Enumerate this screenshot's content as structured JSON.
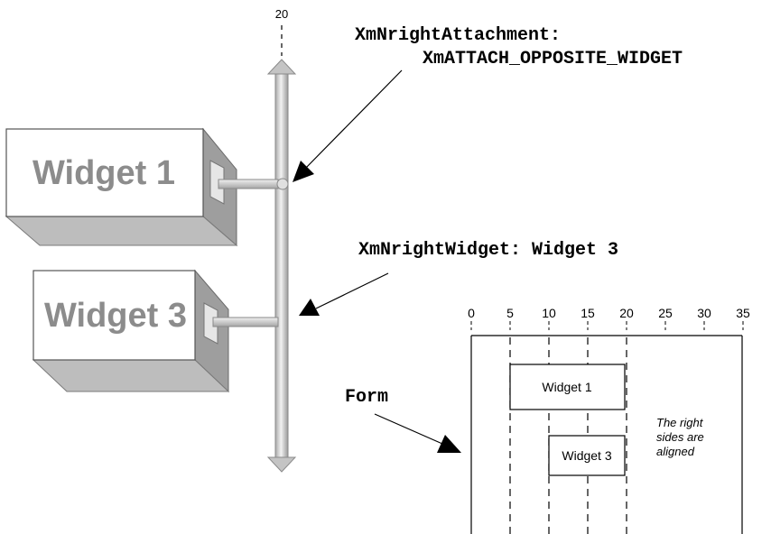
{
  "axis_label": "20",
  "callouts": {
    "right_attachment_line1": "XmNrightAttachment:",
    "right_attachment_line2": "XmATTACH_OPPOSITE_WIDGET",
    "right_widget": "XmNrightWidget: Widget 3",
    "form": "Form"
  },
  "left_widgets": {
    "widget1": "Widget 1",
    "widget3": "Widget 3"
  },
  "form_diagram": {
    "ruler_ticks": [
      "0",
      "5",
      "10",
      "15",
      "20",
      "25",
      "30",
      "35"
    ],
    "widget1": "Widget 1",
    "widget3": "Widget 3",
    "note_lines": [
      "The right",
      "sides are",
      "aligned"
    ]
  }
}
